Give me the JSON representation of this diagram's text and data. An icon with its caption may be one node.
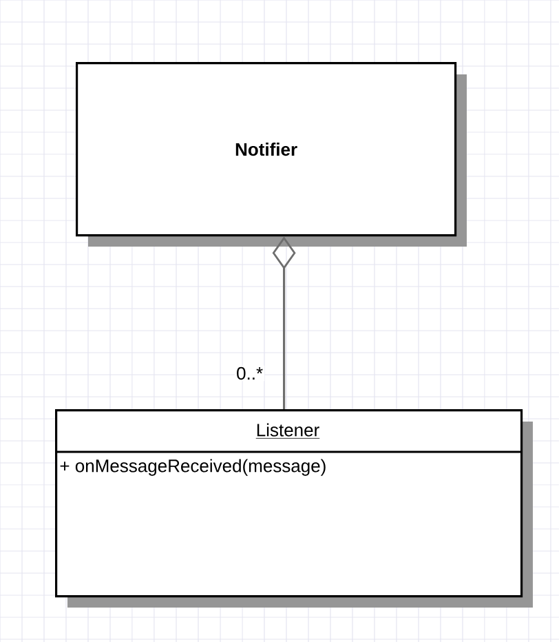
{
  "diagram": {
    "nodes": [
      {
        "text": [
          "Notifier"
        ]
      },
      {
        "text": [
          "Listener",
          "+ onMessageReceived(message)"
        ]
      }
    ],
    "edges": [
      {
        "from": 1,
        "to": 0,
        "arrow": "other",
        "label": "0..*"
      }
    ]
  }
}
